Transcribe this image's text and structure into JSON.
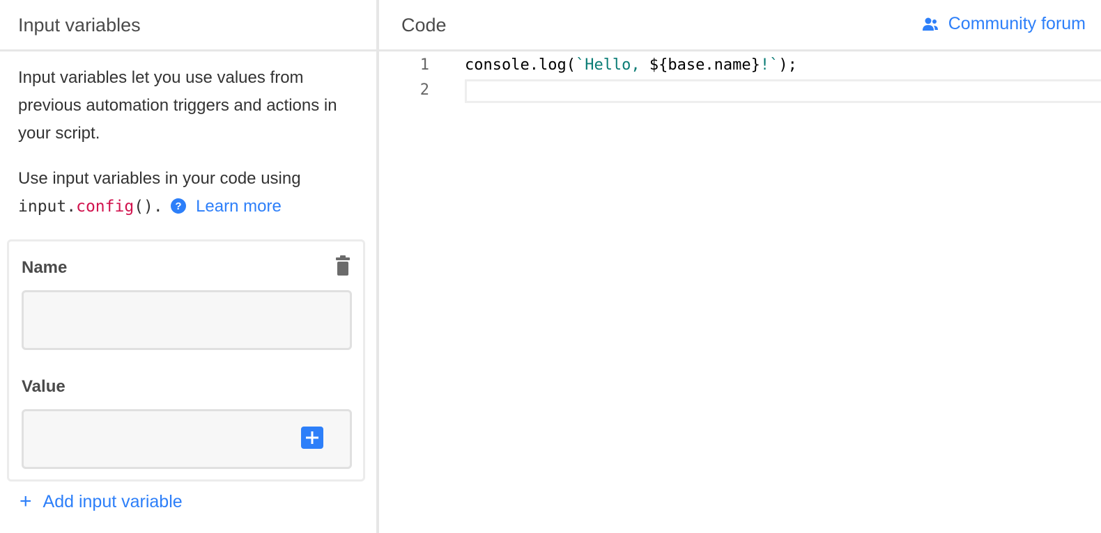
{
  "left_panel": {
    "title": "Input variables",
    "intro": "Input variables let you use values from previous automation triggers and actions in your script.",
    "usage_prefix": "Use input variables in your code using",
    "usage_code_object": "input.",
    "usage_code_method": "config",
    "usage_code_suffix": "().",
    "learn_more": "Learn more",
    "variable": {
      "name_label": "Name",
      "name_value": "",
      "value_label": "Value",
      "value_value": ""
    },
    "add_variable_label": "Add input variable"
  },
  "right_panel": {
    "title": "Code",
    "community_link": "Community forum",
    "code_lines": [
      {
        "number": "1",
        "before": "console.log(",
        "string_open": "`Hello, ",
        "interp": "${base.name}",
        "string_close": "!`",
        "after": ");"
      },
      {
        "number": "2",
        "text": ""
      }
    ]
  },
  "colors": {
    "accent": "#2d7ff9",
    "keyword": "#d1134e",
    "string": "#0b7c75"
  },
  "icons": {
    "help": "help-icon",
    "trash": "trash-icon",
    "add_value": "plus-square-icon",
    "community": "users-icon"
  }
}
